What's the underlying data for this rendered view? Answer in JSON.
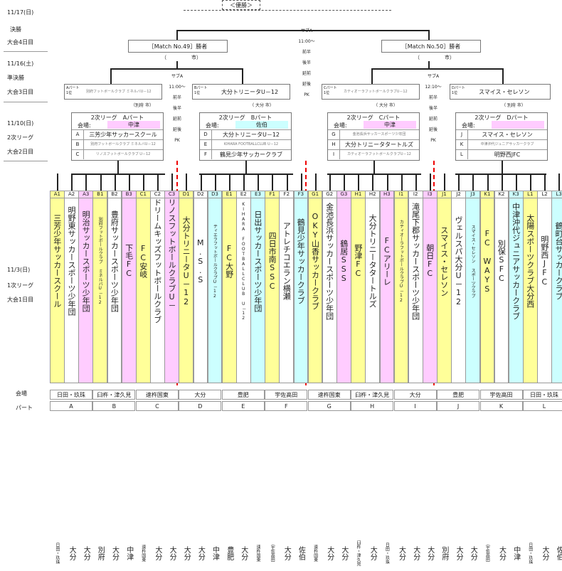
{
  "final": {
    "title": "＜優勝＞"
  },
  "side_labels": [
    {
      "date": "11/17(日)",
      "round": "決勝",
      "day": "大会4日目"
    },
    {
      "date": "11/16(土)",
      "round": "準決勝",
      "day": "大会3日目"
    },
    {
      "date": "11/10(日)",
      "round": "2次リーグ",
      "day": "大会2日目"
    },
    {
      "date": "11/3(日)",
      "round": "1次リーグ",
      "day": "大会1日目"
    }
  ],
  "final_info": {
    "court": "サブA",
    "time": "11:00～",
    "l1": "前半",
    "l2": "後半",
    "l3": "延前",
    "l4": "延後",
    "l5": "PK"
  },
  "semis": [
    {
      "title": "［Match No.49］勝者",
      "venue": "（　　　　　市）"
    },
    {
      "title": "［Match No.50］勝者",
      "venue": "（　　　　　市）"
    }
  ],
  "semi_info_left": {
    "court": "サブA",
    "time": "11:00～",
    "l1": "前半",
    "l2": "後半",
    "l3": "延前",
    "l4": "延後",
    "l5": "PK"
  },
  "semi_info_right": {
    "court": "サブA",
    "time": "12:10～",
    "l1": "前半",
    "l2": "後半",
    "l3": "延前",
    "l4": "延後",
    "l5": "PK"
  },
  "block_winners": [
    {
      "tag": "Aパート\n1位",
      "team": "別府フットボールクラブ ミネルバU－12",
      "sub": "（別府 市）"
    },
    {
      "tag": "Bパート\n1位",
      "team": "大分トリニータU－12",
      "sub": "（ 大分 市）"
    },
    {
      "tag": "Cパート\n1位",
      "team": "カティオーラフットボールクラブU－12",
      "sub": "（ 大分 市）"
    },
    {
      "tag": "Dパート\n1位",
      "team": "スマイス・セレソン",
      "sub": "（ 別府 市）"
    }
  ],
  "leagues": [
    {
      "title": "2次リーグ　Aパート",
      "venue_label": "会場:",
      "venue": "中津",
      "rows": [
        [
          "A",
          "三芳少年サッカースクール"
        ],
        [
          "B",
          "別府フットボールクラブ ミネルバU－12"
        ],
        [
          "C",
          "リノスフットボールクラブ U－12"
        ]
      ]
    },
    {
      "title": "2次リーグ　Bパート",
      "venue_label": "会場:",
      "venue": "佐伯",
      "rows": [
        [
          "D",
          "大分トリニータU－12"
        ],
        [
          "E",
          "KIHARA FOOTBALLCLUB U－12"
        ],
        [
          "F",
          "鶴見少年サッカークラブ"
        ]
      ]
    },
    {
      "title": "2次リーグ　Cパート",
      "venue_label": "会場:",
      "venue": "中津",
      "rows": [
        [
          "G",
          "金池長浜サッカースポーツ少年団"
        ],
        [
          "H",
          "大分トリニータタートルズ"
        ],
        [
          "I",
          "カティオーラフットボールクラブU－12"
        ]
      ]
    },
    {
      "title": "2次リーグ　Dパート",
      "venue_label": "会場:",
      "venue": "",
      "rows": [
        [
          "J",
          "スマイス・セレソン"
        ],
        [
          "K",
          "中津沖代ジュニアサッカークラブ"
        ],
        [
          "L",
          "明野西JFC"
        ]
      ]
    }
  ],
  "columns": [
    {
      "id": "A1",
      "team": "三芳少年サッカースクール",
      "loc": "日田・玖珠",
      "c": "yellow"
    },
    {
      "id": "A2",
      "team": "明野東サッカースポーツ少年団",
      "loc": "大分",
      "c": "white"
    },
    {
      "id": "A3",
      "team": "明治サッカースポーツ少年団",
      "loc": "大分",
      "c": "pink"
    },
    {
      "id": "B1",
      "team": "別府フットボールクラブ ミネルバU－12",
      "loc": "別府",
      "c": "yellow"
    },
    {
      "id": "B2",
      "team": "豊府サッカースポーツ少年団",
      "loc": "大分",
      "c": "white"
    },
    {
      "id": "B3",
      "team": "下毛FC",
      "loc": "中津",
      "c": "pink"
    },
    {
      "id": "C1",
      "team": "FC安岐",
      "loc": "速杵国東",
      "c": "yellow"
    },
    {
      "id": "C2",
      "team": "ドリームキッズフットボールクラブ",
      "loc": "大分",
      "c": "white"
    },
    {
      "id": "C3",
      "team": "リノスフットボールクラブU－12",
      "loc": "大分",
      "c": "pink"
    },
    {
      "id": "D1",
      "team": "大分トリニータU－12",
      "loc": "大分",
      "c": "yellow"
    },
    {
      "id": "D2",
      "team": "M.S.S",
      "loc": "大分",
      "c": "white"
    },
    {
      "id": "D3",
      "team": "ティエラフットボールクラブU－12",
      "loc": "中津",
      "c": "cyan"
    },
    {
      "id": "E1",
      "team": "FC大野",
      "loc": "豊肥",
      "c": "yellow"
    },
    {
      "id": "E2",
      "team": "KIHARA FOOTBALLCLUB U－12",
      "loc": "大分",
      "c": "white"
    },
    {
      "id": "E3",
      "team": "日出サッカースポーツ少年団",
      "loc": "速杵国東",
      "c": "cyan"
    },
    {
      "id": "F1",
      "team": "四日市南SSC",
      "loc": "宇佐高田",
      "c": "yellow"
    },
    {
      "id": "F2",
      "team": "アトレチコエラン横瀬",
      "loc": "大分",
      "c": "white"
    },
    {
      "id": "F3",
      "team": "鶴見少年サッカークラブ",
      "loc": "佐伯",
      "c": "cyan"
    },
    {
      "id": "G1",
      "team": "OKY山香サッカークラブ",
      "loc": "速杵国東",
      "c": "yellow"
    },
    {
      "id": "G2",
      "team": "金池長浜サッカースポーツ少年団",
      "loc": "大分",
      "c": "white"
    },
    {
      "id": "G3",
      "team": "鶴居SSS",
      "loc": "大分",
      "c": "pink"
    },
    {
      "id": "H1",
      "team": "野津FC",
      "loc": "臼杵・津久見",
      "c": "yellow"
    },
    {
      "id": "H2",
      "team": "大分トリニータタートルズ",
      "loc": "大分",
      "c": "white"
    },
    {
      "id": "H3",
      "team": "FCアリーレ",
      "loc": "日田・玖珠",
      "c": "pink"
    },
    {
      "id": "I1",
      "team": "カティオーラフットボールクラブU－12",
      "loc": "大分",
      "c": "yellow"
    },
    {
      "id": "I2",
      "team": "滝尾下郡サッカースポーツ少年団",
      "loc": "大分",
      "c": "white"
    },
    {
      "id": "I3",
      "team": "朝日FC",
      "loc": "大分",
      "c": "pink"
    },
    {
      "id": "J1",
      "team": "スマイス・セレソン",
      "loc": "別府",
      "c": "yellow"
    },
    {
      "id": "J2",
      "team": "ヴェルスパ大分U－12",
      "loc": "大分",
      "c": "white"
    },
    {
      "id": "J3",
      "team": "スマイス・セレソン スポーツクラブ",
      "loc": "大分",
      "c": "cyan"
    },
    {
      "id": "K1",
      "team": "FC WAYS",
      "loc": "宇佐高田",
      "c": "yellow"
    },
    {
      "id": "K2",
      "team": "別保SFC",
      "loc": "大分",
      "c": "white"
    },
    {
      "id": "K3",
      "team": "中津沖代ジュニアサッカークラブ",
      "loc": "中津",
      "c": "cyan"
    },
    {
      "id": "L1",
      "team": "太陽スポーツクラブ大分西",
      "loc": "日田・玖珠",
      "c": "yellow"
    },
    {
      "id": "L2",
      "team": "明野西JFC",
      "loc": "大分",
      "c": "white"
    },
    {
      "id": "L3",
      "team": "鶴町台サッカークラブ",
      "loc": "佐伯",
      "c": "cyan"
    }
  ],
  "footer": {
    "venue_label": "会場",
    "part_label": "パート",
    "venues": [
      "日田・玖珠",
      "臼杵・津久見",
      "速杵国東",
      "大分",
      "豊肥",
      "宇佐高田",
      "速杵国東",
      "臼杵・津久見",
      "大分",
      "豊肥",
      "宇佐高田",
      "日田・玖珠"
    ],
    "parts": [
      "A",
      "B",
      "C",
      "D",
      "E",
      "F",
      "G",
      "H",
      "I",
      "J",
      "K",
      "L"
    ]
  }
}
